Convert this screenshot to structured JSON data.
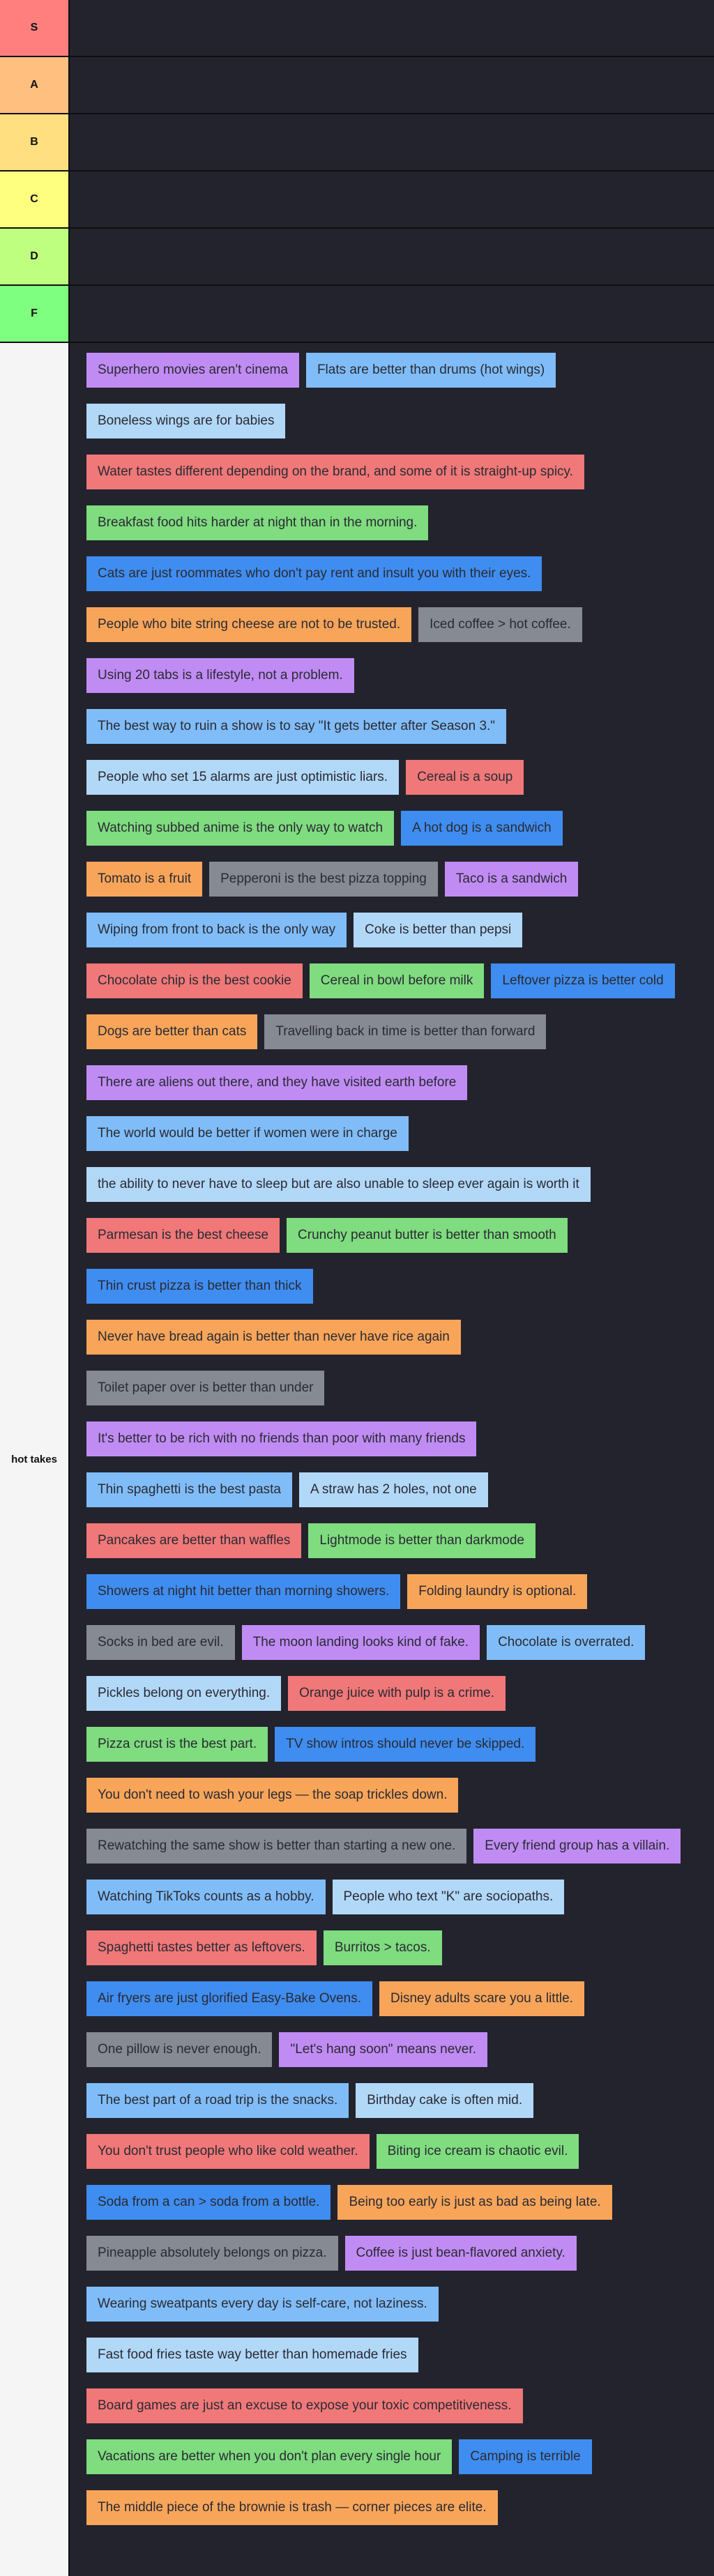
{
  "tiers": [
    {
      "label": "S",
      "color": "#ff7f7f"
    },
    {
      "label": "A",
      "color": "#ffbf7f"
    },
    {
      "label": "B",
      "color": "#ffdf7f"
    },
    {
      "label": "C",
      "color": "#ffff7f"
    },
    {
      "label": "D",
      "color": "#bfff7f"
    },
    {
      "label": "F",
      "color": "#7fff7f"
    }
  ],
  "pool": {
    "label": "hot takes",
    "lines": [
      [
        {
          "text": "Superhero movies aren't cinema",
          "color": "purple"
        },
        {
          "text": "Flats are better than drums (hot wings)",
          "color": "lblue"
        }
      ],
      [
        {
          "text": "Boneless wings are for babies",
          "color": "pale"
        }
      ],
      [
        {
          "text": "Water tastes different depending on the brand, and some of it is straight-up spicy.",
          "color": "red"
        }
      ],
      [
        {
          "text": "Breakfast food hits harder at night than in the morning.",
          "color": "green"
        }
      ],
      [
        {
          "text": "Cats are just roommates who don't pay rent and insult you with their eyes.",
          "color": "blue"
        }
      ],
      [
        {
          "text": "People who bite string cheese are not to be trusted.",
          "color": "orange"
        },
        {
          "text": "Iced coffee > hot coffee.",
          "color": "gray"
        }
      ],
      [
        {
          "text": "Using 20 tabs is a lifestyle, not a problem.",
          "color": "purple"
        }
      ],
      [
        {
          "text": "The best way to ruin a show is to say \"It gets better after Season 3.\"",
          "color": "lblue"
        }
      ],
      [
        {
          "text": "People who set 15 alarms are just optimistic liars.",
          "color": "pale"
        },
        {
          "text": "Cereal is a soup",
          "color": "red"
        }
      ],
      [
        {
          "text": "Watching subbed anime is the only way to watch",
          "color": "green"
        },
        {
          "text": "A hot dog is a sandwich",
          "color": "blue"
        }
      ],
      [
        {
          "text": "Tomato is a fruit",
          "color": "orange"
        },
        {
          "text": "Pepperoni is the best pizza topping",
          "color": "gray"
        },
        {
          "text": "Taco is a sandwich",
          "color": "purple"
        }
      ],
      [
        {
          "text": "Wiping from front to back is the only way",
          "color": "lblue"
        },
        {
          "text": "Coke is better than pepsi",
          "color": "pale"
        }
      ],
      [
        {
          "text": "Chocolate chip is the best cookie",
          "color": "red"
        },
        {
          "text": "Cereal in bowl before milk",
          "color": "green"
        },
        {
          "text": "Leftover pizza is better cold",
          "color": "blue"
        }
      ],
      [
        {
          "text": "Dogs are better than cats",
          "color": "orange"
        },
        {
          "text": "Travelling back in time is better than forward",
          "color": "gray"
        }
      ],
      [
        {
          "text": "There are aliens out there, and they have visited earth before",
          "color": "purple"
        }
      ],
      [
        {
          "text": "The world would be better if women were in charge",
          "color": "lblue"
        }
      ],
      [
        {
          "text": "the ability to never have to sleep but are also unable to sleep ever again is worth it",
          "color": "pale"
        }
      ],
      [
        {
          "text": "Parmesan is the best cheese",
          "color": "red"
        },
        {
          "text": "Crunchy peanut butter is better than smooth",
          "color": "green"
        }
      ],
      [
        {
          "text": "Thin crust pizza is better than thick",
          "color": "blue"
        }
      ],
      [
        {
          "text": "Never have bread again is better than never have rice again",
          "color": "orange"
        }
      ],
      [
        {
          "text": "Toilet paper over is better than under",
          "color": "gray"
        }
      ],
      [
        {
          "text": "It's better to be rich with no friends than poor with many friends",
          "color": "purple"
        }
      ],
      [
        {
          "text": "Thin spaghetti is the best pasta",
          "color": "lblue"
        },
        {
          "text": "A straw has 2 holes, not one",
          "color": "pale"
        }
      ],
      [
        {
          "text": "Pancakes are better than waffles",
          "color": "red"
        },
        {
          "text": "Lightmode is better than darkmode",
          "color": "green"
        }
      ],
      [
        {
          "text": "Showers at night hit better than morning showers.",
          "color": "blue"
        },
        {
          "text": "Folding laundry is optional.",
          "color": "orange"
        }
      ],
      [
        {
          "text": "Socks in bed are evil.",
          "color": "gray"
        },
        {
          "text": "The moon landing looks kind of fake.",
          "color": "purple"
        },
        {
          "text": "Chocolate is overrated.",
          "color": "lblue"
        }
      ],
      [
        {
          "text": "Pickles belong on everything.",
          "color": "pale"
        },
        {
          "text": "Orange juice with pulp is a crime.",
          "color": "red"
        }
      ],
      [
        {
          "text": "Pizza crust is the best part.",
          "color": "green"
        },
        {
          "text": "TV show intros should never be skipped.",
          "color": "blue"
        }
      ],
      [
        {
          "text": "You don't need to wash your legs — the soap trickles down.",
          "color": "orange"
        }
      ],
      [
        {
          "text": "Rewatching the same show is better than starting a new one.",
          "color": "gray"
        },
        {
          "text": "Every friend group has a villain.",
          "color": "purple"
        }
      ],
      [
        {
          "text": "Watching TikToks counts as a hobby.",
          "color": "lblue"
        },
        {
          "text": "People who text \"K\" are sociopaths.",
          "color": "pale"
        }
      ],
      [
        {
          "text": "Spaghetti tastes better as leftovers.",
          "color": "red"
        },
        {
          "text": "Burritos > tacos.",
          "color": "green"
        }
      ],
      [
        {
          "text": "Air fryers are just glorified Easy-Bake Ovens.",
          "color": "blue"
        },
        {
          "text": "Disney adults scare you a little.",
          "color": "orange"
        }
      ],
      [
        {
          "text": "One pillow is never enough.",
          "color": "gray"
        },
        {
          "text": "\"Let's hang soon\" means never.",
          "color": "purple"
        }
      ],
      [
        {
          "text": "The best part of a road trip is the snacks.",
          "color": "lblue"
        },
        {
          "text": "Birthday cake is often mid.",
          "color": "pale"
        }
      ],
      [
        {
          "text": "You don't trust people who like cold weather.",
          "color": "red"
        },
        {
          "text": "Biting ice cream is chaotic evil.",
          "color": "green"
        }
      ],
      [
        {
          "text": "Soda from a can > soda from a bottle.",
          "color": "blue"
        },
        {
          "text": "Being too early is just as bad as being late.",
          "color": "orange"
        }
      ],
      [
        {
          "text": "Pineapple absolutely belongs on pizza.",
          "color": "gray"
        },
        {
          "text": "Coffee is just bean-flavored anxiety.",
          "color": "purple"
        }
      ],
      [
        {
          "text": "Wearing sweatpants every day is self-care, not laziness.",
          "color": "lblue"
        }
      ],
      [
        {
          "text": "Fast food fries taste way better than homemade fries",
          "color": "pale"
        }
      ],
      [
        {
          "text": "Board games are just an excuse to expose your toxic competitiveness.",
          "color": "red"
        }
      ],
      [
        {
          "text": "Vacations are better when you don't plan every single hour",
          "color": "green"
        },
        {
          "text": "Camping is terrible",
          "color": "blue"
        }
      ],
      [
        {
          "text": "The middle piece of the brownie is trash — corner pieces are elite.",
          "color": "orange"
        }
      ]
    ]
  }
}
